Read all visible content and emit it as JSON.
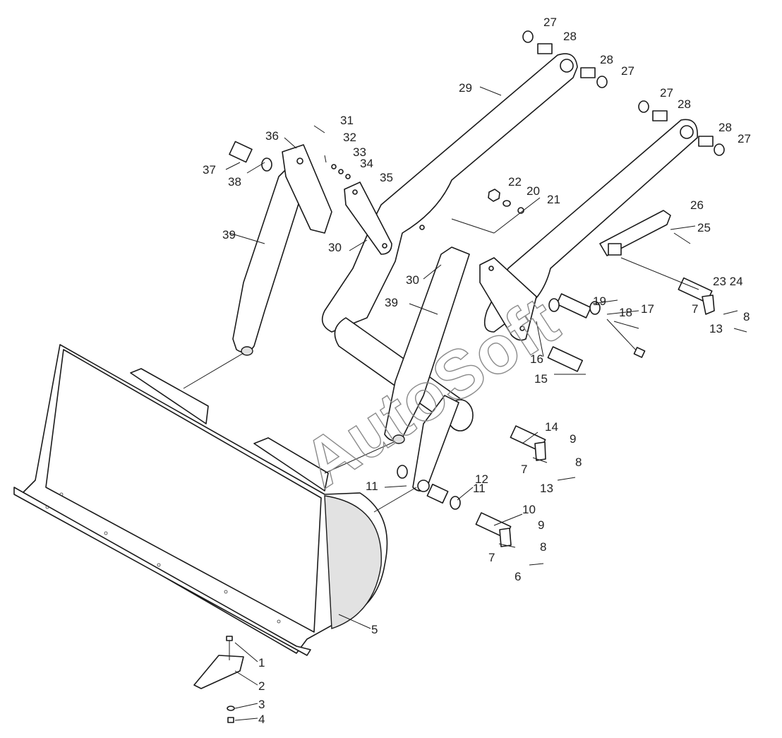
{
  "watermark": "AutoSoft",
  "callouts": [
    {
      "id": "c1",
      "label": "1"
    },
    {
      "id": "c2",
      "label": "2"
    },
    {
      "id": "c3",
      "label": "3"
    },
    {
      "id": "c4",
      "label": "4"
    },
    {
      "id": "c5",
      "label": "5"
    },
    {
      "id": "c6",
      "label": "6"
    },
    {
      "id": "c7a",
      "label": "7"
    },
    {
      "id": "c7b",
      "label": "7"
    },
    {
      "id": "c7c",
      "label": "7"
    },
    {
      "id": "c8a",
      "label": "8"
    },
    {
      "id": "c8b",
      "label": "8"
    },
    {
      "id": "c8c",
      "label": "8"
    },
    {
      "id": "c9a",
      "label": "9"
    },
    {
      "id": "c9b",
      "label": "9"
    },
    {
      "id": "c10",
      "label": "10"
    },
    {
      "id": "c11a",
      "label": "11"
    },
    {
      "id": "c11b",
      "label": "11"
    },
    {
      "id": "c12",
      "label": "12"
    },
    {
      "id": "c13a",
      "label": "13"
    },
    {
      "id": "c13b",
      "label": "13"
    },
    {
      "id": "c14",
      "label": "14"
    },
    {
      "id": "c15",
      "label": "15"
    },
    {
      "id": "c16",
      "label": "16"
    },
    {
      "id": "c17",
      "label": "17"
    },
    {
      "id": "c18",
      "label": "18"
    },
    {
      "id": "c19",
      "label": "19"
    },
    {
      "id": "c20",
      "label": "20"
    },
    {
      "id": "c21",
      "label": "21"
    },
    {
      "id": "c22",
      "label": "22"
    },
    {
      "id": "c23",
      "label": "23 24"
    },
    {
      "id": "c25",
      "label": "25"
    },
    {
      "id": "c26",
      "label": "26"
    },
    {
      "id": "c27a",
      "label": "27"
    },
    {
      "id": "c27b",
      "label": "27"
    },
    {
      "id": "c27c",
      "label": "27"
    },
    {
      "id": "c27d",
      "label": "27"
    },
    {
      "id": "c28a",
      "label": "28"
    },
    {
      "id": "c28b",
      "label": "28"
    },
    {
      "id": "c28c",
      "label": "28"
    },
    {
      "id": "c28d",
      "label": "28"
    },
    {
      "id": "c29",
      "label": "29"
    },
    {
      "id": "c30a",
      "label": "30"
    },
    {
      "id": "c30b",
      "label": "30"
    },
    {
      "id": "c31",
      "label": "31"
    },
    {
      "id": "c32",
      "label": "32"
    },
    {
      "id": "c33",
      "label": "33"
    },
    {
      "id": "c34",
      "label": "34"
    },
    {
      "id": "c35",
      "label": "35"
    },
    {
      "id": "c36",
      "label": "36"
    },
    {
      "id": "c37",
      "label": "37"
    },
    {
      "id": "c38",
      "label": "38"
    },
    {
      "id": "c39a",
      "label": "39"
    },
    {
      "id": "c39b",
      "label": "39"
    }
  ]
}
